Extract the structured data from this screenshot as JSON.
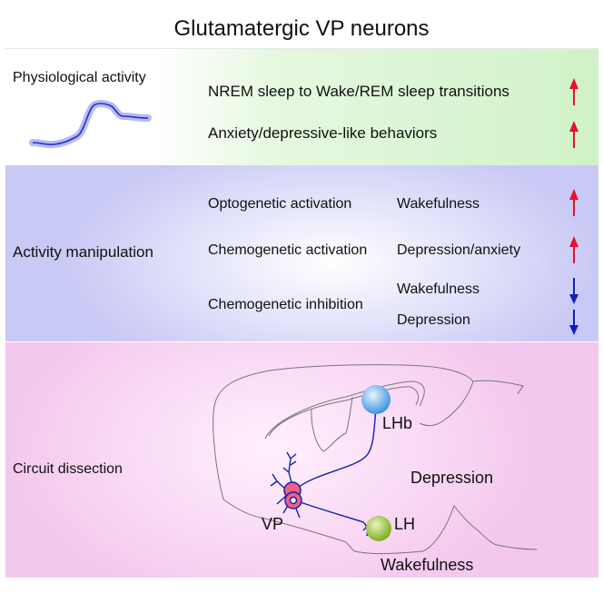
{
  "title": "Glutamatergic VP neurons",
  "physiology": {
    "label": "Physiological activity",
    "findings": [
      {
        "text": "NREM sleep to Wake/REM sleep transitions",
        "direction": "up"
      },
      {
        "text": "Anxiety/depressive-like behaviors",
        "direction": "up"
      }
    ]
  },
  "manipulation": {
    "label": "Activity manipulation",
    "rows": [
      {
        "method": "Optogenetic activation",
        "effect": "Wakefulness",
        "direction": "up"
      },
      {
        "method": "Chemogenetic activation",
        "effect": "Depression/anxiety",
        "direction": "up"
      },
      {
        "method": "Chemogenetic inhibition",
        "effects": [
          "Wakefulness",
          "Depression"
        ],
        "direction": "down"
      }
    ]
  },
  "circuit": {
    "label": "Circuit dissection",
    "regions": {
      "vp": "VP",
      "lhb": "LHb",
      "lh": "LH"
    },
    "outcomes": {
      "lhb": "Depression",
      "lh": "Wakefulness"
    }
  },
  "colors": {
    "up_arrow": "#e8102a",
    "down_arrow": "#1020c0",
    "neuron": "#1020b0",
    "lhb": "#5aa8ea",
    "lh": "#8cbc2a",
    "vp": "#f06080"
  }
}
